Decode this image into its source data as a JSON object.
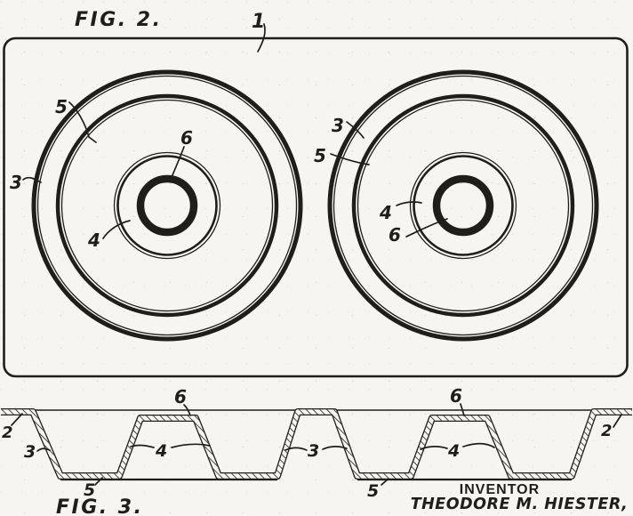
{
  "colors": {
    "ink": "#1f1e1c",
    "paper": "#f6f5f1"
  },
  "fig2": {
    "title": "FIG. 2.",
    "ref_body": "1",
    "left": {
      "wall": "5",
      "rim": "3",
      "tube": "6",
      "tube_wall": "4"
    },
    "right": {
      "rim": "3",
      "wall": "5",
      "tube_wall": "4",
      "tube": "6"
    }
  },
  "fig3": {
    "title": "FIG. 3.",
    "left_flange": "2",
    "left_wall": "3",
    "left_bottom": "5",
    "left_tube_top": "6",
    "left_tube_wall": "4",
    "mid_wall": "3",
    "mid_bottom": "5",
    "right_tube_top": "6",
    "right_tube_wall": "4",
    "right_flange": "2"
  },
  "signature": {
    "heading": "INVENTOR",
    "name": "THEODORE M. HIESTER,"
  }
}
